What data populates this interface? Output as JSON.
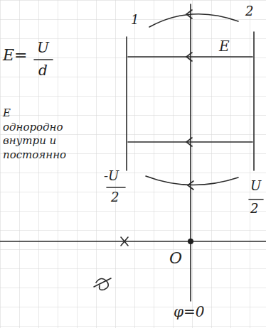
{
  "diagram": {
    "labels": [
      "1",
      "2",
      "E",
      "E=",
      "U",
      "d",
      "E однородно внутри и постоянно",
      "-U",
      "2",
      "U",
      "2",
      "O",
      "φ=0"
    ]
  }
}
